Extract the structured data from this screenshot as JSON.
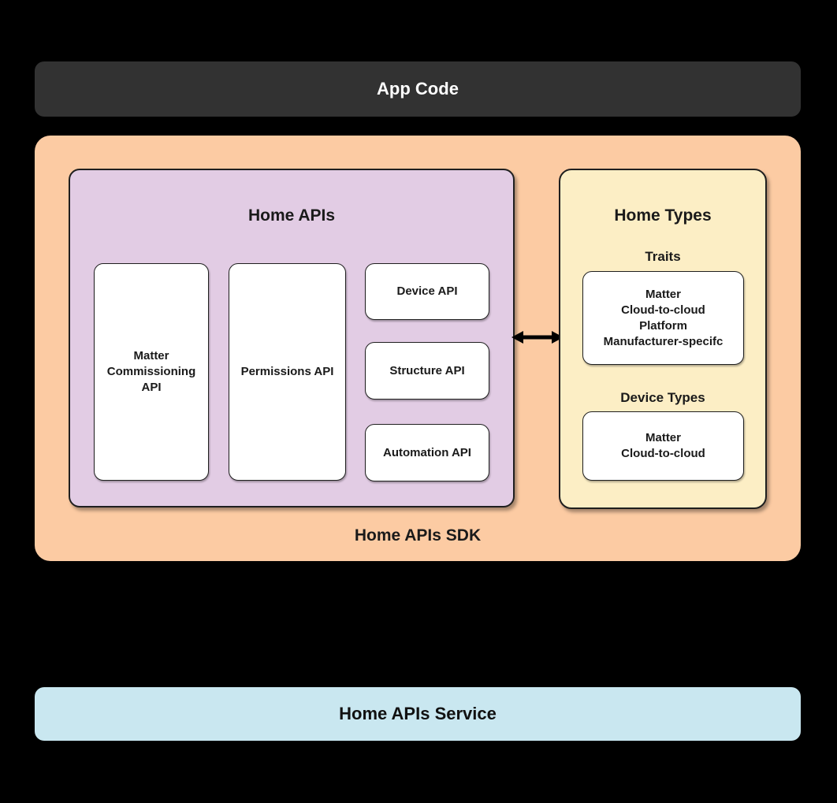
{
  "colors": {
    "background": "#000000",
    "app_code_bg": "#323232",
    "sdk_bg": "#fccba3",
    "home_apis_bg": "#e2cce4",
    "home_types_bg": "#fceec5",
    "service_bg": "#c9e7f0",
    "card_bg": "#ffffff",
    "text_dark": "#1a1a1a",
    "text_light": "#ffffff"
  },
  "app_code": {
    "label": "App Code"
  },
  "sdk": {
    "label": "Home APIs SDK",
    "home_apis": {
      "title": "Home APIs",
      "matter_commissioning": [
        "Matter",
        "Commissioning",
        "API"
      ],
      "permissions": "Permissions API",
      "device": "Device API",
      "structure": "Structure API",
      "automation": "Automation API"
    },
    "arrow": {
      "type": "bidirectional-horizontal"
    },
    "home_types": {
      "title": "Home Types",
      "traits_label": "Traits",
      "traits_items": [
        "Matter",
        "Cloud-to-cloud",
        "Platform",
        "Manufacturer-specifc"
      ],
      "device_types_label": "Device Types",
      "device_types_items": [
        "Matter",
        "Cloud-to-cloud"
      ]
    }
  },
  "service": {
    "label": "Home APIs Service"
  }
}
